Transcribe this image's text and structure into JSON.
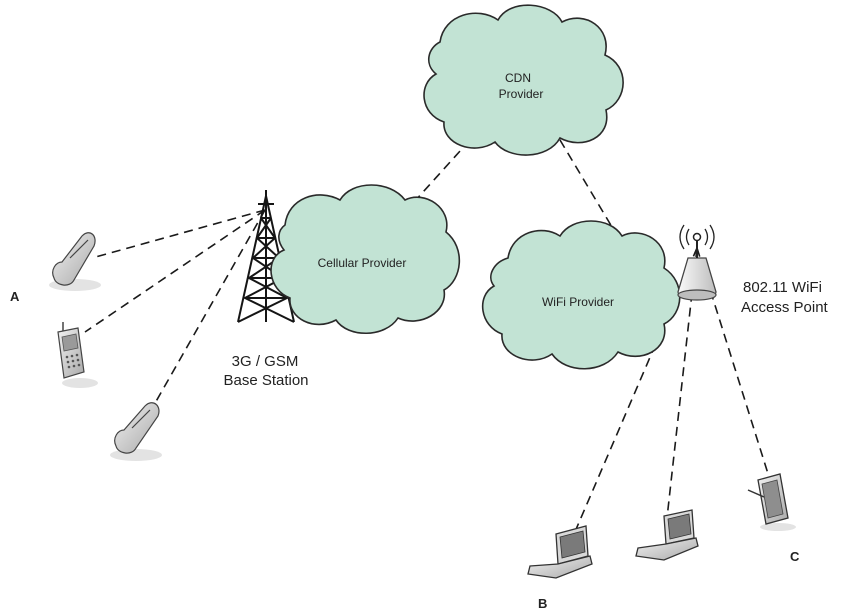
{
  "clouds": {
    "cdn": {
      "line1": "CDN",
      "line2": "Provider"
    },
    "cellular": "Cellular Provider",
    "wifi": "WiFi Provider"
  },
  "labels": {
    "base_station_line1": "3G / GSM",
    "base_station_line2": "Base Station",
    "access_point_line1": "802.11 WiFi",
    "access_point_line2": "Access Point",
    "group_a": "A",
    "group_b": "B",
    "group_c": "C"
  },
  "colors": {
    "cloud_fill": "#c2e3d4",
    "line": "#1a1a1a",
    "device_body": "#d4d4d4"
  },
  "icons": [
    "cloud-icon",
    "cell-tower-icon",
    "wifi-access-point-icon",
    "flip-phone-icon",
    "mobile-phone-icon",
    "laptop-icon",
    "tablet-icon"
  ]
}
